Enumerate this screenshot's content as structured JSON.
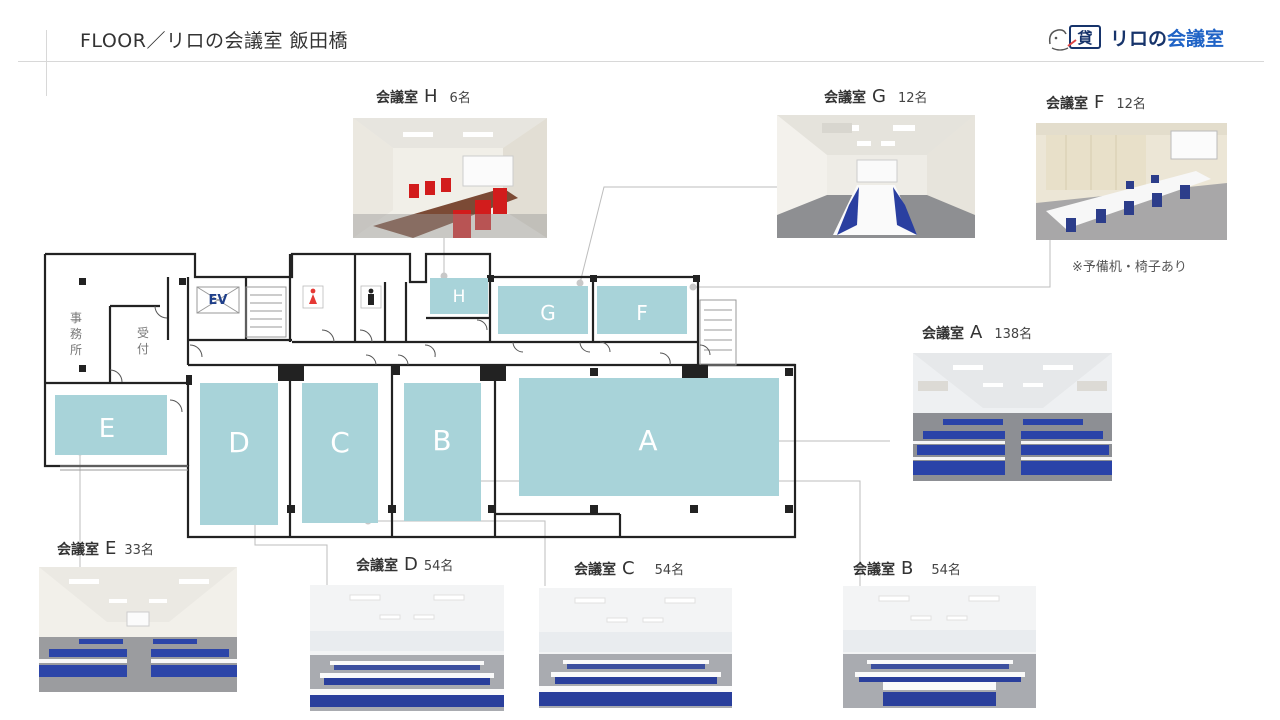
{
  "header": {
    "title": "FLOOR／リロの会議室 飯田橋"
  },
  "logo": {
    "badge": "貸",
    "text_prefix": "リロの",
    "text_highlight": "会議室"
  },
  "rooms": [
    {
      "id": "H",
      "name": "会議室",
      "letter": "H",
      "capacity": "6名"
    },
    {
      "id": "G",
      "name": "会議室",
      "letter": "G",
      "capacity": "12名"
    },
    {
      "id": "F",
      "name": "会議室",
      "letter": "F",
      "capacity": "12名"
    },
    {
      "id": "A",
      "name": "会議室",
      "letter": "A",
      "capacity": "138名"
    },
    {
      "id": "E",
      "name": "会議室",
      "letter": "E",
      "capacity": "33名"
    },
    {
      "id": "D",
      "name": "会議室",
      "letter": "D",
      "capacity": "54名"
    },
    {
      "id": "C",
      "name": "会議室",
      "letter": "C",
      "capacity": "54名"
    },
    {
      "id": "B",
      "name": "会議室",
      "letter": "B",
      "capacity": "54名"
    }
  ],
  "note_f": "※予備机・椅子あり",
  "plan": {
    "office_label": [
      "事",
      "務",
      "所"
    ],
    "reception_label": [
      "受",
      "付"
    ],
    "elevator_label": "EV",
    "room_letters": {
      "A": "A",
      "B": "B",
      "C": "C",
      "D": "D",
      "E": "E",
      "F": "F",
      "G": "G",
      "H": "H"
    }
  },
  "colors": {
    "room_fill": "#a8d3d9",
    "wall": "#222222",
    "line": "#bbbbbb"
  }
}
